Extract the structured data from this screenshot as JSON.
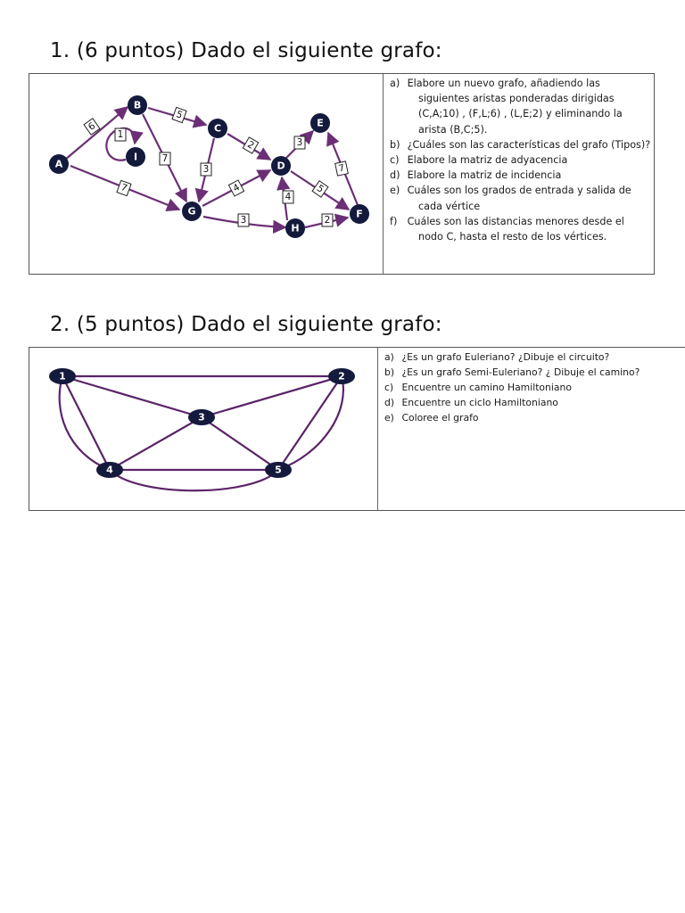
{
  "exercise1": {
    "heading": "1. (6 puntos) Dado el siguiente grafo:",
    "nodes": [
      "A",
      "B",
      "C",
      "E",
      "I",
      "D",
      "G",
      "H",
      "F"
    ],
    "weights": [
      "6",
      "5",
      "1",
      "7",
      "3",
      "2",
      "3",
      "7",
      "4",
      "5",
      "4",
      "7",
      "3",
      "2"
    ],
    "questions": [
      {
        "letter": "a)",
        "text": "Elabore un nuevo grafo, añadiendo las siguientes aristas ponderadas dirigidas (C,A;10) , (F,L;6) , (L,E;2) y eliminando la arista (B,C;5)."
      },
      {
        "letter": "b)",
        "text": "¿Cuáles son las características del grafo (Tipos)?"
      },
      {
        "letter": "c)",
        "text": "Elabore la matriz de adyacencia"
      },
      {
        "letter": "d)",
        "text": "Elabore la matriz de incidencia"
      },
      {
        "letter": "e)",
        "text": "Cuáles son los grados de entrada y salida de cada vértice"
      },
      {
        "letter": "f)",
        "text": "Cuáles son las distancias menores desde el nodo C, hasta el resto de los vértices."
      }
    ]
  },
  "exercise2": {
    "heading": "2. (5 puntos) Dado el siguiente grafo:",
    "nodes": [
      "1",
      "2",
      "3",
      "4",
      "5"
    ],
    "questions": [
      {
        "letter": "a)",
        "text": "¿Es un grafo Euleriano? ¿Dibuje el circuito?"
      },
      {
        "letter": "b)",
        "text": "¿Es un grafo Semi-Euleriano? ¿ Dibuje el camino?"
      },
      {
        "letter": "c)",
        "text": "Encuentre un camino Hamiltoniano"
      },
      {
        "letter": "d)",
        "text": "Encuentre un ciclo Hamiltoniano"
      },
      {
        "letter": "e)",
        "text": "Coloree el grafo"
      }
    ]
  },
  "colors": {
    "node_fill": "#141a3c",
    "edge": "#6b2f75"
  }
}
